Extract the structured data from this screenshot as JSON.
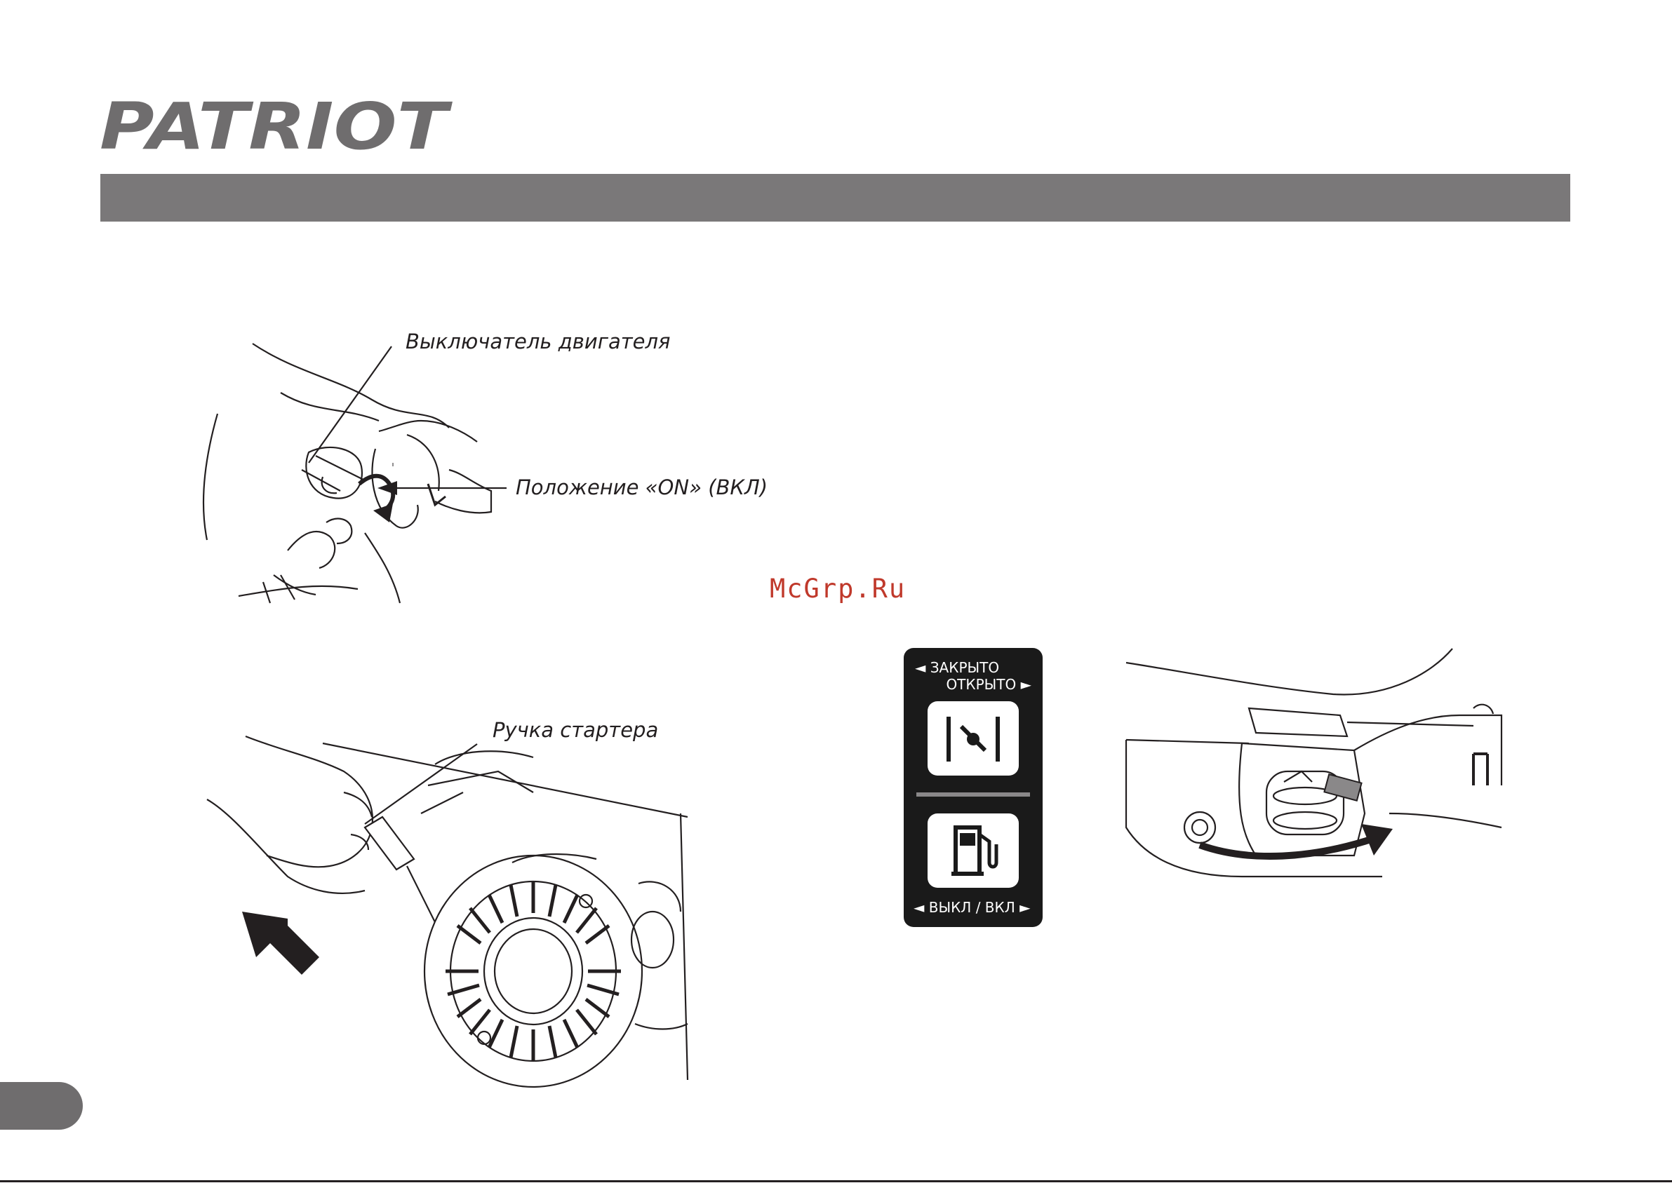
{
  "brand": {
    "name": "PATRIOT"
  },
  "watermark": "McGrp.Ru",
  "figures": {
    "engine_switch": {
      "callout_switch": "Выключатель двигателя",
      "callout_on": "Положение «ON» (ВКЛ)"
    },
    "starter": {
      "callout_handle": "Ручка стартера"
    },
    "fuel_valve_label": {
      "row1": "◄ ЗАКРЫТО",
      "row2": "ОТКРЫТО ►",
      "row3": "◄ ВЫКЛ / ВКЛ ►",
      "choke_icon": "choke-icon",
      "fuel_icon": "fuel-pump-icon"
    }
  },
  "colors": {
    "header_bar": "#7a7879",
    "watermark": "#c0392b",
    "label_bg": "#1a1a1a"
  }
}
